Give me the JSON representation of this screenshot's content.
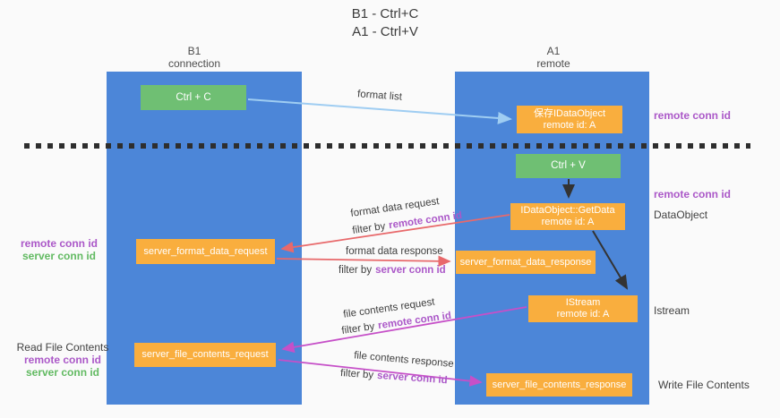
{
  "title": {
    "line1": "B1 - Ctrl+C",
    "line2": "A1 - Ctrl+V"
  },
  "lanes": {
    "left": {
      "title": "B1",
      "subtitle": "connection"
    },
    "right": {
      "title": "A1",
      "subtitle": "remote"
    }
  },
  "nodes": {
    "ctrl_c": {
      "label": "Ctrl + C"
    },
    "ctrl_v": {
      "label": "Ctrl + V"
    },
    "save_dataobject": {
      "line1": "保存IDataObject",
      "line2": "remote id: A"
    },
    "getdata": {
      "line1": "IDataObject::GetData",
      "line2": "remote id: A"
    },
    "istream": {
      "line1": "IStream",
      "line2": "remote id: A"
    },
    "server_format_data_request": {
      "label": "server_format_data_request"
    },
    "server_format_data_response": {
      "label": "server_format_data_response"
    },
    "server_file_contents_request": {
      "label": "server_file_contents_request"
    },
    "server_file_contents_response": {
      "label": "server_file_contents_response"
    }
  },
  "side_labels": {
    "right_remote_conn_id_1": "remote conn id",
    "right_remote_conn_id_2": "remote conn id",
    "dataobject": "DataObject",
    "istream": "Istream",
    "write_file_contents": "Write File Contents",
    "left_remote_conn_id_1": "remote conn id",
    "left_server_conn_id_1": "server conn id",
    "read_file_contents": "Read File Contents",
    "left_remote_conn_id_2": "remote conn id",
    "left_server_conn_id_2": "server conn id"
  },
  "edge_labels": {
    "format_list": "format list",
    "format_data_request": {
      "text": "format data request",
      "filter_prefix": "filter by",
      "filter_key": "remote conn id"
    },
    "format_data_response": {
      "text": "format data response",
      "filter_prefix": "filter by",
      "filter_key": "server conn id"
    },
    "file_contents_request": {
      "text": "file contents request",
      "filter_prefix": "filter by",
      "filter_key": "remote conn id"
    },
    "file_contents_response": {
      "text": "file contents response",
      "filter_prefix": "filter by",
      "filter_key": "server conn id"
    }
  },
  "colors": {
    "lane_blue": "#4c86d8",
    "node_green": "#6fbf73",
    "node_orange": "#f9ae3e",
    "arrow_lightblue": "#9fcdf2",
    "arrow_black": "#333333",
    "arrow_red": "#e8696b",
    "arrow_magenta": "#c650c8",
    "text_purple": "#ab58c8",
    "text_green": "#62ba62",
    "text_dark": "#404040"
  }
}
